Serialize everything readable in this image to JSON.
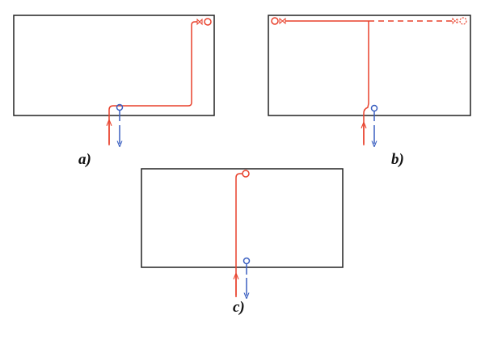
{
  "panels": [
    {
      "label": "a)"
    },
    {
      "label": "b)"
    },
    {
      "label": "c)"
    }
  ],
  "colors": {
    "supply": "#e8412c",
    "return": "#3a5fc0",
    "outline": "#222222"
  }
}
